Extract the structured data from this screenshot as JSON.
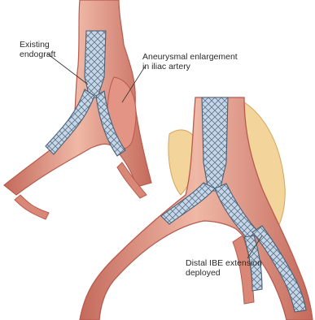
{
  "labels": {
    "existing_endograft": [
      "Existing",
      "endograft"
    ],
    "aneurysmal_enlargement": [
      "Aneurysmal enlargement",
      "in iliac artery"
    ],
    "distal_ibe_extension": [
      "Distal IBE extension",
      "deployed"
    ]
  },
  "colors": {
    "vessel_wall": "#d98878",
    "vessel_dark": "#b85a4c",
    "vessel_light": "#f2c2b2",
    "lumen": "#e8a090",
    "stent_fill": "#c8d7e6",
    "stent_mesh": "#5f7891",
    "fat_tissue": "#f3d59c",
    "fat_edge": "#d6a35a",
    "leader_line": "#333333"
  }
}
